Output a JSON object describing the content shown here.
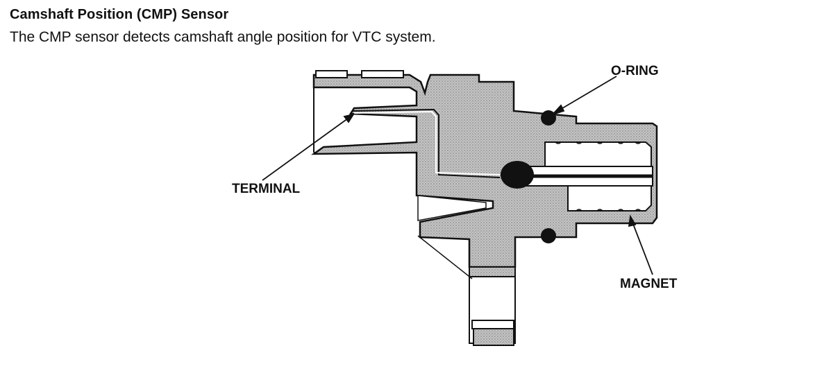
{
  "header": {
    "title": "Camshaft Position (CMP) Sensor",
    "description": "The CMP sensor detects camshaft angle position for VTC system."
  },
  "labels": {
    "o_ring": "O-RING",
    "terminal": "TERMINAL",
    "magnet": "MAGNET"
  },
  "colors": {
    "housing_fill": "#b5b5b5",
    "line": "#111111",
    "background": "#ffffff"
  }
}
